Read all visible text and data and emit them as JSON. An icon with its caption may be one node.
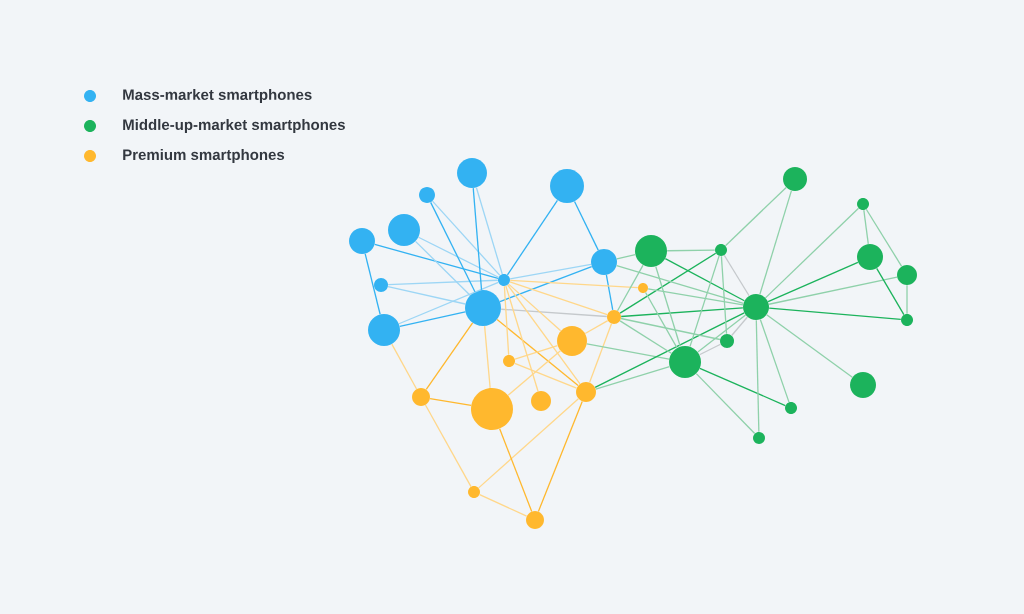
{
  "diagram": {
    "nodes": [
      {
        "text": [],
        "shape": "circle"
      },
      {
        "text": [],
        "shape": "circle"
      },
      {
        "text": [],
        "shape": "circle"
      },
      {
        "text": [],
        "shape": "circle"
      },
      {
        "text": [],
        "shape": "circle"
      },
      {
        "text": [],
        "shape": "circle"
      },
      {
        "text": [],
        "shape": "circle"
      },
      {
        "text": [],
        "shape": "circle"
      },
      {
        "text": [],
        "shape": "circle"
      },
      {
        "text": [],
        "shape": "circle"
      },
      {
        "text": [],
        "shape": "circle"
      },
      {
        "text": [],
        "shape": "circle"
      },
      {
        "text": [],
        "shape": "circle"
      },
      {
        "text": [],
        "shape": "circle"
      },
      {
        "text": [],
        "shape": "circle"
      },
      {
        "text": [],
        "shape": "circle"
      },
      {
        "text": [],
        "shape": "circle"
      },
      {
        "text": [],
        "shape": "circle"
      },
      {
        "text": [],
        "shape": "circle"
      },
      {
        "text": [],
        "shape": "circle"
      },
      {
        "text": [],
        "shape": "circle"
      },
      {
        "text": [],
        "shape": "circle"
      },
      {
        "text": [],
        "shape": "circle"
      },
      {
        "text": [],
        "shape": "circle"
      },
      {
        "text": [],
        "shape": "circle"
      },
      {
        "text": [],
        "shape": "circle"
      },
      {
        "text": [],
        "shape": "circle"
      },
      {
        "text": [],
        "shape": "circle"
      },
      {
        "text": [],
        "shape": "circle"
      },
      {
        "text": [],
        "shape": "circle"
      },
      {
        "text": [],
        "shape": "circle"
      },
      {
        "text": [],
        "shape": "circle"
      },
      {
        "text": [],
        "shape": "circle"
      }
    ],
    "edges": [
      {
        "from": 0,
        "to": 2,
        "arrow": "none",
        "color": "#33b2f2"
      },
      {
        "from": 0,
        "to": 10,
        "arrow": "none",
        "color": "#33b2f2"
      },
      {
        "from": 1,
        "to": 10,
        "arrow": "none",
        "color": "#9dd6f5"
      },
      {
        "from": 1,
        "to": 8,
        "arrow": "none",
        "color": "#9dd6f5"
      },
      {
        "from": 2,
        "to": 8,
        "arrow": "none",
        "color": "#33b2f2"
      },
      {
        "from": 2,
        "to": 10,
        "arrow": "none",
        "color": "#9dd6f5"
      },
      {
        "from": 3,
        "to": 10,
        "arrow": "none",
        "color": "#9dd6f5"
      },
      {
        "from": 3,
        "to": 8,
        "arrow": "none",
        "color": "#9dd6f5"
      },
      {
        "from": 5,
        "to": 8,
        "arrow": "none",
        "color": "#33b2f2"
      },
      {
        "from": 5,
        "to": 10,
        "arrow": "none",
        "color": "#9dd6f5"
      },
      {
        "from": 6,
        "to": 8,
        "arrow": "none",
        "color": "#33b2f2"
      },
      {
        "from": 6,
        "to": 10,
        "arrow": "none",
        "color": "#9dd6f5"
      },
      {
        "from": 14,
        "to": 10,
        "arrow": "none",
        "color": "#33b2f2"
      },
      {
        "from": 14,
        "to": 17,
        "arrow": "none",
        "color": "#33b2f2"
      },
      {
        "from": 8,
        "to": 17,
        "arrow": "none",
        "color": "#33b2f2"
      },
      {
        "from": 10,
        "to": 17,
        "arrow": "none",
        "color": "#9dd6f5"
      },
      {
        "from": 17,
        "to": 18,
        "arrow": "none",
        "color": "#33b2f2"
      },
      {
        "from": 8,
        "to": 18,
        "arrow": "none",
        "color": "#c5c9cc"
      },
      {
        "from": 10,
        "to": 19,
        "arrow": "none",
        "color": "#ffd78a"
      },
      {
        "from": 2,
        "to": 4,
        "arrow": "none",
        "color": "#ffd78a"
      },
      {
        "from": 8,
        "to": 4,
        "arrow": "none",
        "color": "#ffb82e"
      },
      {
        "from": 4,
        "to": 9,
        "arrow": "none",
        "color": "#ffb82e"
      },
      {
        "from": 4,
        "to": 7,
        "arrow": "none",
        "color": "#ffd78a"
      },
      {
        "from": 7,
        "to": 12,
        "arrow": "none",
        "color": "#ffd78a"
      },
      {
        "from": 7,
        "to": 16,
        "arrow": "none",
        "color": "#ffd78a"
      },
      {
        "from": 9,
        "to": 12,
        "arrow": "none",
        "color": "#ffb82e"
      },
      {
        "from": 12,
        "to": 16,
        "arrow": "none",
        "color": "#ffb82e"
      },
      {
        "from": 8,
        "to": 9,
        "arrow": "none",
        "color": "#ffd78a"
      },
      {
        "from": 8,
        "to": 16,
        "arrow": "none",
        "color": "#ffb82e"
      },
      {
        "from": 10,
        "to": 11,
        "arrow": "none",
        "color": "#ffd78a"
      },
      {
        "from": 10,
        "to": 13,
        "arrow": "none",
        "color": "#ffd78a"
      },
      {
        "from": 10,
        "to": 16,
        "arrow": "none",
        "color": "#ffd78a"
      },
      {
        "from": 10,
        "to": 15,
        "arrow": "none",
        "color": "#ffd78a"
      },
      {
        "from": 10,
        "to": 18,
        "arrow": "none",
        "color": "#ffd78a"
      },
      {
        "from": 11,
        "to": 15,
        "arrow": "none",
        "color": "#ffd78a"
      },
      {
        "from": 11,
        "to": 16,
        "arrow": "none",
        "color": "#ffd78a"
      },
      {
        "from": 9,
        "to": 15,
        "arrow": "none",
        "color": "#ffd78a"
      },
      {
        "from": 15,
        "to": 18,
        "arrow": "none",
        "color": "#ffd78a"
      },
      {
        "from": 16,
        "to": 18,
        "arrow": "none",
        "color": "#ffd78a"
      },
      {
        "from": 15,
        "to": 21,
        "arrow": "none"
      },
      {
        "from": 16,
        "to": 21,
        "arrow": "none"
      },
      {
        "from": 16,
        "to": 24,
        "arrow": "none",
        "color": "#1cb35c"
      },
      {
        "from": 18,
        "to": 24,
        "arrow": "none",
        "color": "#1cb35c"
      },
      {
        "from": 18,
        "to": 20,
        "arrow": "none"
      },
      {
        "from": 18,
        "to": 22,
        "arrow": "none",
        "color": "#1cb35c"
      },
      {
        "from": 18,
        "to": 23,
        "arrow": "none"
      },
      {
        "from": 18,
        "to": 21,
        "arrow": "none"
      },
      {
        "from": 17,
        "to": 20,
        "arrow": "none"
      },
      {
        "from": 17,
        "to": 24,
        "arrow": "none"
      },
      {
        "from": 19,
        "to": 24,
        "arrow": "none"
      },
      {
        "from": 19,
        "to": 21,
        "arrow": "none"
      },
      {
        "from": 20,
        "to": 22,
        "arrow": "none"
      },
      {
        "from": 20,
        "to": 24,
        "arrow": "none",
        "color": "#1cb35c"
      },
      {
        "from": 20,
        "to": 21,
        "arrow": "none"
      },
      {
        "from": 22,
        "to": 21,
        "arrow": "none"
      },
      {
        "from": 22,
        "to": 23,
        "arrow": "none"
      },
      {
        "from": 22,
        "to": 24,
        "arrow": "none",
        "color": "#c5c9cc"
      },
      {
        "from": 22,
        "to": 27,
        "arrow": "none"
      },
      {
        "from": 21,
        "to": 24,
        "arrow": "none"
      },
      {
        "from": 23,
        "to": 24,
        "arrow": "none",
        "color": "#c5c9cc"
      },
      {
        "from": 21,
        "to": 23,
        "arrow": "none",
        "color": "#c5c9cc"
      },
      {
        "from": 21,
        "to": 26,
        "arrow": "none",
        "color": "#1cb35c"
      },
      {
        "from": 21,
        "to": 25,
        "arrow": "none"
      },
      {
        "from": 24,
        "to": 25,
        "arrow": "none"
      },
      {
        "from": 24,
        "to": 26,
        "arrow": "none"
      },
      {
        "from": 24,
        "to": 29,
        "arrow": "none"
      },
      {
        "from": 24,
        "to": 27,
        "arrow": "none"
      },
      {
        "from": 24,
        "to": 28,
        "arrow": "none"
      },
      {
        "from": 24,
        "to": 30,
        "arrow": "none",
        "color": "#1cb35c"
      },
      {
        "from": 24,
        "to": 31,
        "arrow": "none"
      },
      {
        "from": 24,
        "to": 32,
        "arrow": "none",
        "color": "#1cb35c"
      },
      {
        "from": 28,
        "to": 30,
        "arrow": "none"
      },
      {
        "from": 28,
        "to": 31,
        "arrow": "none"
      },
      {
        "from": 30,
        "to": 32,
        "arrow": "none",
        "color": "#1cb35c"
      },
      {
        "from": 31,
        "to": 32,
        "arrow": "none"
      }
    ],
    "legend": [
      {
        "text": "Mass-market smartphones",
        "color": "#33b2f2"
      },
      {
        "text": "Middle-up-market smartphones",
        "color": "#1cb35c"
      },
      {
        "text": "Premium smartphones",
        "color": "#ffb82e"
      }
    ]
  }
}
